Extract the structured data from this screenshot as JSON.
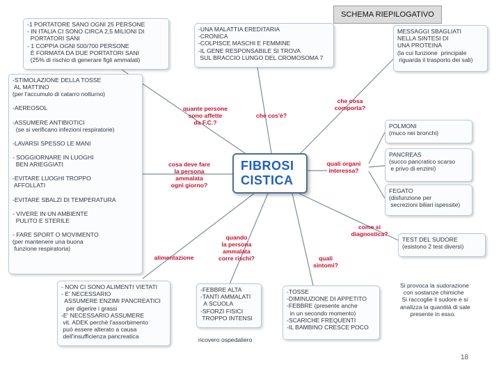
{
  "title": "SCHEMA RIEPILOGATIVO",
  "page_number": "18",
  "center": {
    "lines": [
      "FIBROSI",
      "CISTICA"
    ]
  },
  "boxes": {
    "portatori": [
      "-1 PORTATORE SANO OGNI 25 PERSONE",
      "- IN ITALIA CI SONO CIRCA 2,5 MILIONI DI",
      "  PORTATORI SANI",
      "- 1 COPPIA OGNI 500/700 PERSONE",
      "  È FORMATA DA DUE PORTATORI SANI",
      "  (25% di rischio di generare figli ammalati)"
    ],
    "malattia": [
      "-UNA MALATTIA EREDITARIA",
      "-CRONICA",
      "-COLPISCE MASCHI E FEMMINE",
      "-IL GENE RESPONSABILE SI TROVA",
      " SUL BRACCIO LUNGO DEL CROMOSOMA 7"
    ],
    "messaggi": [
      "MESSAGGI SBAGLIATI",
      "NELLA SINTESI DI",
      "UNA PROTEINA",
      "(la cui funzione  principale",
      " riguarda il trasporto dei sali)"
    ],
    "consigli": [
      "-STIMOLAZIONE DELLA TOSSE",
      " AL MATTINO",
      "(per l'accumulo di catarro notturno)",
      "",
      "-AEREOSOL",
      "",
      "-ASSUMERE ANTIBIOTICI",
      "  (se si verificano infezioni respiratorie)",
      "",
      "-LAVARSI SPESSO LE MANI",
      "",
      "- SOGGIORNARE IN LUOGHI",
      "  BEN ARIEGGIATI",
      "",
      "-EVITARE LUOGHI TROPPO",
      " AFFOLLATI",
      "",
      "-EVITARE SBALZI DI TEMPERATURA",
      "",
      "- VIVERE IN UN AMBIENTE",
      "  PULITO E STERILE",
      "",
      "- FARE SPORT O MOVIMENTO",
      "(per mantenere una buona",
      " funzione respiratoria)"
    ],
    "polmoni": [
      "POLMONI",
      "(muco nei bronchi)"
    ],
    "pancreas": [
      "PANCREAS",
      "(succo pancratico scarso",
      " e privo di enzimi)"
    ],
    "fegato": [
      "FEGATO",
      "(disfunzione per",
      " secrezioni biliari ispessite)"
    ],
    "sudore": [
      "TEST DEL SUDORE",
      "(esistono 2 test diversi)"
    ],
    "sudore_desc": [
      "Si provoca la sudorazione",
      "  con sostanze chimiche",
      " Si raccoglie il sudore e si",
      "analizza la quantità di sale",
      "      presente in esso."
    ],
    "alimenti": [
      "- NON CI SONO ALIMENTI VIETATI",
      "- E' NECESSARIO",
      "  ASSUMERE ENZIMI PANCREATICI",
      "   per digerire i grassi",
      "-E' NECESSARIO ASSUMERE",
      " vit. ADEK perchè l'assorbimento",
      " può essere alterato a causa",
      " dell'insufficienza pancreatica"
    ],
    "rischi": [
      "-FEBBRE ALTA",
      "-TANTI AMMALATI",
      "  A SCUOLA",
      "-SFORZI FISICI",
      " TROPPO INTENSI"
    ],
    "ricovero": [
      "ricovero ospedaliero"
    ],
    "sintomi": [
      "-TOSSE",
      "-DIMINUZIONE DI APPETITO",
      "-FEBBRE (presente anche",
      "  in un secondo momento)",
      "-SCARICHE FREQUENTI",
      "-IL BAMBINO CRESCE POCO"
    ]
  },
  "labels": {
    "chi_colpisce": [
      "quante persone",
      "sono affette",
      "da F.C.?"
    ],
    "cos_e": [
      "che cos'è?"
    ],
    "comporta": [
      "che cosa",
      "comporta?"
    ],
    "fare": [
      "cosa deve fare",
      "la persona",
      "ammalata",
      "ogni giorno?"
    ],
    "organi": [
      "quali organi",
      "interessa?"
    ],
    "diagnostica": [
      "come si",
      "diagnostica?"
    ],
    "rischi": [
      "quando",
      "la persona",
      "ammalata",
      "corre rischi?"
    ],
    "alimentazione": [
      "alimentazione"
    ],
    "sintomi": [
      "quali",
      "sintomi?"
    ]
  },
  "colors": {
    "label": "#c8102e",
    "center_text": "#1f5fbf",
    "border": "#b9c8d6",
    "line": "#7d8c9b"
  }
}
